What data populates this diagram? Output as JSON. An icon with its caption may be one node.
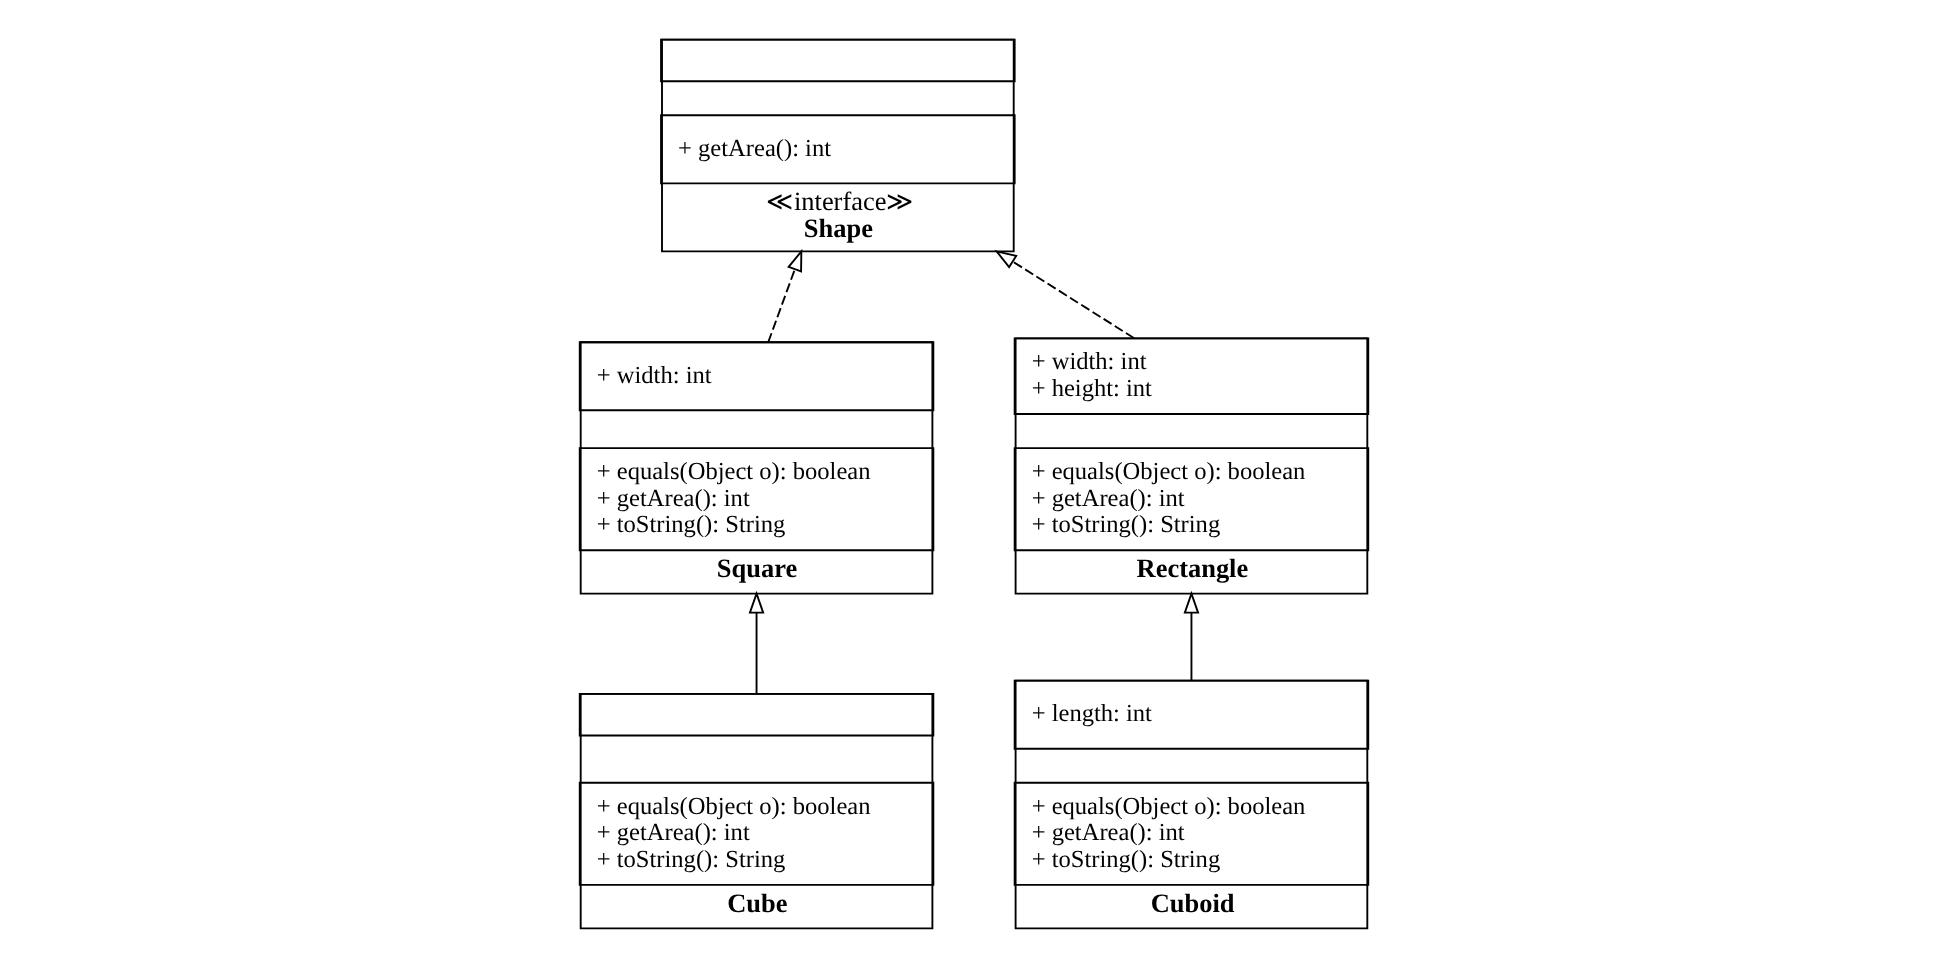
{
  "diagram": {
    "nodes": [
      {
        "text": [
          "Rectangle"
        ]
      },
      {
        "text": [
          "+ width: int",
          "+ height: int"
        ],
        "in": 0
      },
      {
        "text": [
          "+ equals(Object o): boolean",
          "+ getArea(): int",
          "+ toString(): String"
        ],
        "in": 0
      },
      {
        "text": [
          "≪interface≫",
          "Shape"
        ]
      },
      {
        "text": [],
        "shape": "box",
        "in": 3
      },
      {
        "text": [
          "+ getArea(): int"
        ],
        "in": 3
      },
      {
        "text": [
          "Square"
        ]
      },
      {
        "text": [
          "+ width: int"
        ],
        "in": 6
      },
      {
        "text": [
          "+ equals(Object o): boolean",
          "+ getArea(): int",
          "+ toString(): String"
        ],
        "in": 6
      },
      {
        "text": [
          "Cuboid"
        ]
      },
      {
        "text": [
          "+ length: int"
        ],
        "in": 9
      },
      {
        "text": [
          "+ equals(Object o): boolean",
          "+ getArea(): int",
          "+ toString(): String"
        ],
        "in": 9
      },
      {
        "text": [
          "Cube"
        ]
      },
      {
        "text": [],
        "shape": "box",
        "in": 12
      },
      {
        "text": [
          "+ equals(Object o): boolean",
          "+ getArea(): int",
          "+ toString(): String"
        ],
        "in": 12
      }
    ],
    "edges": [
      {
        "from": 0,
        "to": 3,
        "arrow": "to",
        "style": "dashed"
      },
      {
        "from": 6,
        "to": 3,
        "arrow": "to",
        "style": "dashed"
      },
      {
        "from": 9,
        "to": 0,
        "arrow": "to"
      },
      {
        "from": 12,
        "to": 6,
        "arrow": "to"
      }
    ]
  }
}
